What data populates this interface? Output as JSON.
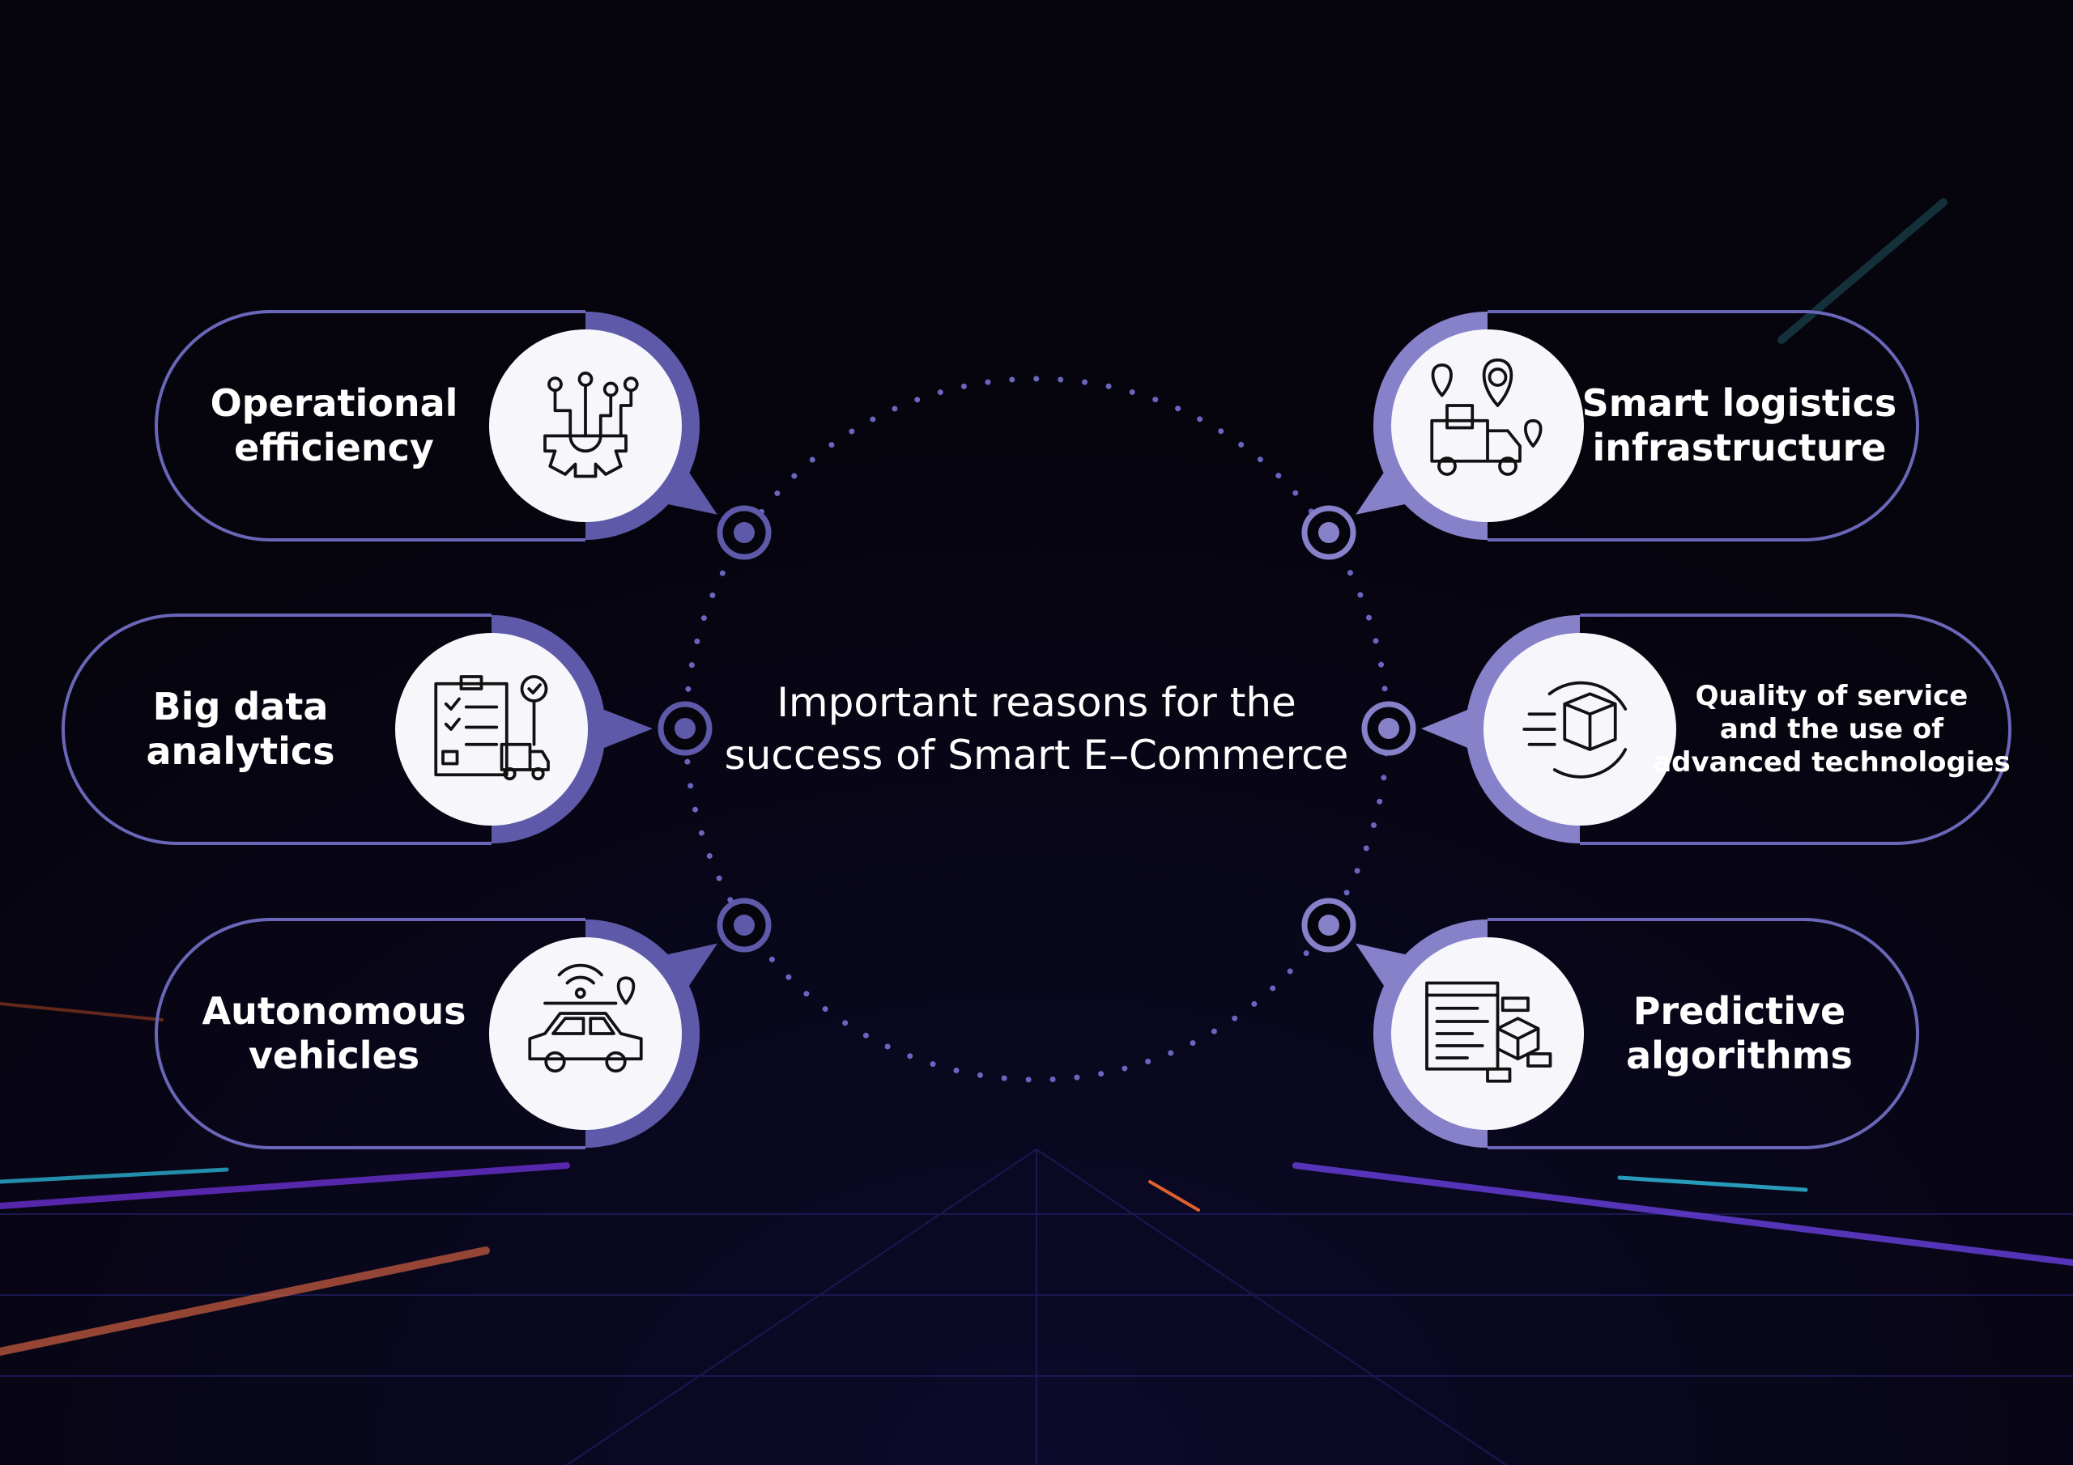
{
  "title": {
    "line1": "Important reasons for the",
    "line2": "success of Smart E–Commerce"
  },
  "colors": {
    "purple_left": "#5e5aa9",
    "purple_right": "#8681c9",
    "outline": "#6a66b8",
    "background": "#06040d"
  },
  "items": [
    {
      "id": "operational-efficiency",
      "lines": [
        "Operational",
        "efficiency"
      ],
      "icon": "gear-circuit-icon",
      "side": "left"
    },
    {
      "id": "big-data-analytics",
      "lines": [
        "Big data",
        "analytics"
      ],
      "icon": "clipboard-truck-icon",
      "side": "left"
    },
    {
      "id": "autonomous-vehicles",
      "lines": [
        "Autonomous",
        "vehicles"
      ],
      "icon": "connected-car-icon",
      "side": "left"
    },
    {
      "id": "smart-logistics-infrastructure",
      "lines": [
        "Smart logistics",
        "infrastructure"
      ],
      "icon": "logistics-truck-pin-icon",
      "side": "right"
    },
    {
      "id": "quality-of-service",
      "lines": [
        "Quality of service",
        "and the use of",
        "advanced technologies"
      ],
      "icon": "box-cycle-icon",
      "side": "right"
    },
    {
      "id": "predictive-algorithms",
      "lines": [
        "Predictive",
        "algorithms"
      ],
      "icon": "code-network-icon",
      "side": "right"
    }
  ]
}
